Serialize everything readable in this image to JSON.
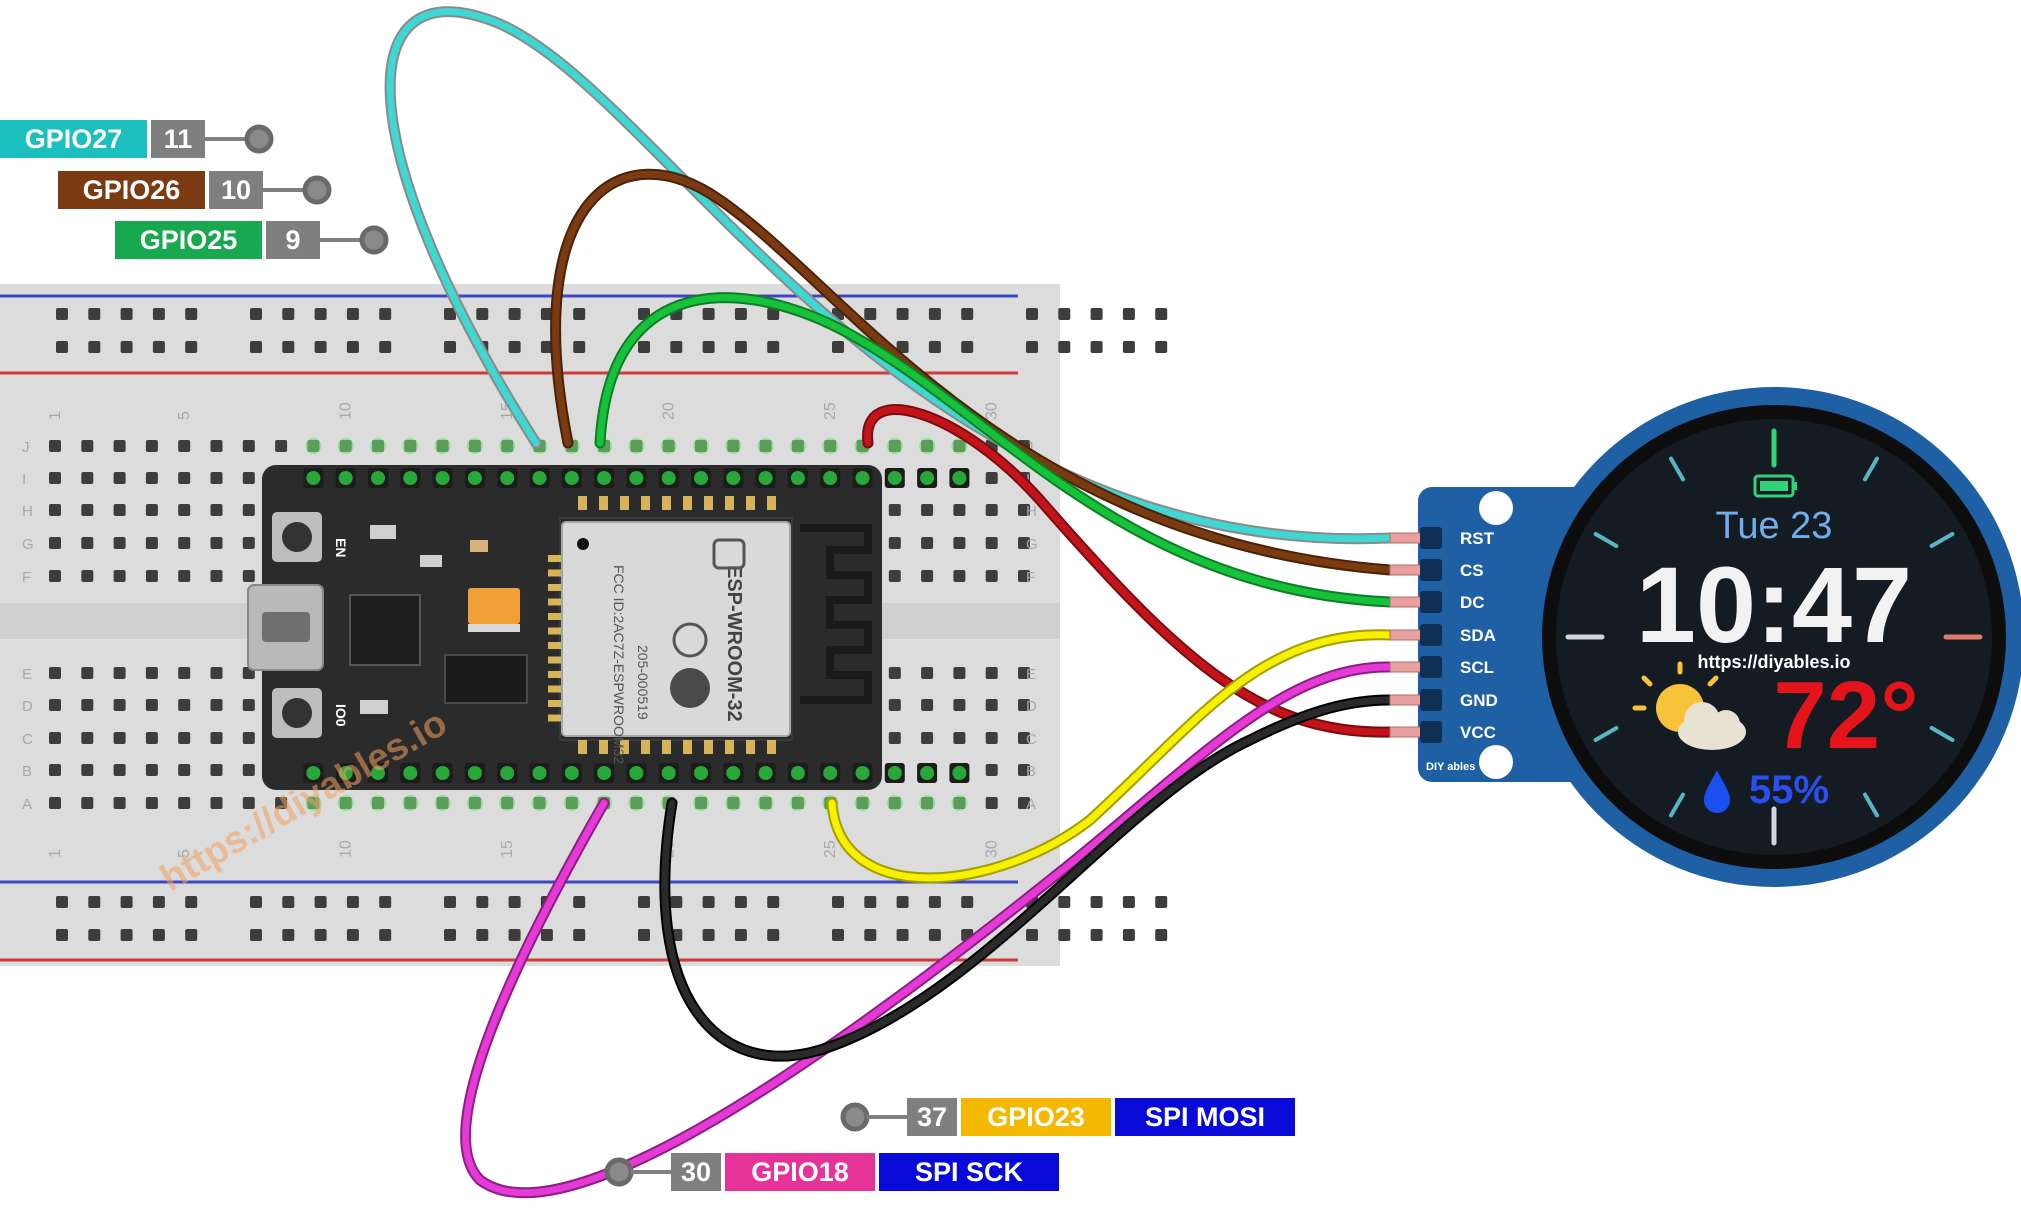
{
  "pin_labels": [
    {
      "gpio": "GPIO27",
      "pin": "11",
      "color": "#1bbfbd"
    },
    {
      "gpio": "GPIO26",
      "pin": "10",
      "color": "#7a3b12"
    },
    {
      "gpio": "GPIO25",
      "pin": "9",
      "color": "#18a850"
    }
  ],
  "bottom_labels": [
    {
      "pin": "37",
      "gpio": "GPIO23",
      "func": "SPI MOSI",
      "gpio_color": "#f5b800"
    },
    {
      "pin": "30",
      "gpio": "GPIO18",
      "func": "SPI SCK",
      "gpio_color": "#e6339a"
    }
  ],
  "display_pins": [
    "RST",
    "CS",
    "DC",
    "SDA",
    "SCL",
    "GND",
    "VCC"
  ],
  "display": {
    "date": "Tue 23",
    "time": "10:47",
    "url": "https://diyables.io",
    "temp": "72°",
    "humidity": "55%",
    "logo": "DIY ables"
  },
  "board": {
    "module_name": "ESP-WROOM-32",
    "fcc": "FCC ID:2AC7Z-ESPWROOM32",
    "code": "205-000519",
    "btn_en": "EN",
    "btn_io0": "IO0"
  },
  "breadboard": {
    "row_letters_top": [
      "J",
      "I",
      "H",
      "G",
      "F"
    ],
    "row_letters_bottom": [
      "E",
      "D",
      "C",
      "B",
      "A"
    ],
    "col_numbers": [
      "1",
      "5",
      "10",
      "15",
      "20",
      "25",
      "30"
    ]
  },
  "watermark": "https://diyables.io",
  "colors": {
    "wire_cyan": "#3fd7d2",
    "wire_brown": "#7a3b12",
    "wire_green": "#16c23a",
    "wire_red": "#c3141b",
    "wire_yellow": "#f7f000",
    "wire_magenta": "#e53ad6",
    "wire_black": "#1a1a1a",
    "spi_blue": "#0a0ad8",
    "pin_gray": "#7f7f7f"
  }
}
